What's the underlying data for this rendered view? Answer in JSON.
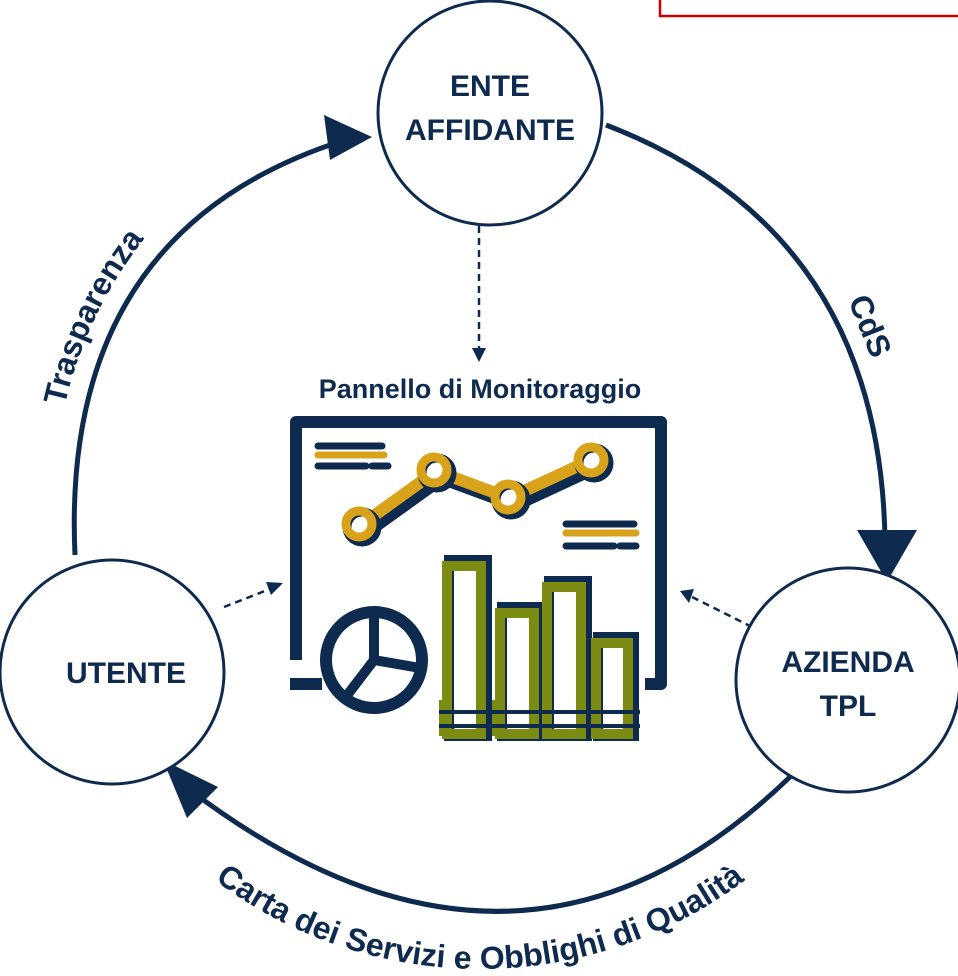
{
  "nodes": {
    "ente": {
      "line1": "ENTE",
      "line2": "AFFIDANTE"
    },
    "azienda": {
      "line1": "AZIENDA",
      "line2": "TPL"
    },
    "utente": {
      "label": "UTENTE"
    }
  },
  "flows": {
    "top_right": "CdS",
    "bottom": "Carta dei Servizi e Obblighi di Qualità",
    "left": "Trasparenza"
  },
  "panel": {
    "title": "Pannello di Monitoraggio"
  },
  "colors": {
    "navy": "#0e2a4f",
    "gold": "#d9a21b",
    "olive": "#7c8c12",
    "red": "#cc0000"
  }
}
